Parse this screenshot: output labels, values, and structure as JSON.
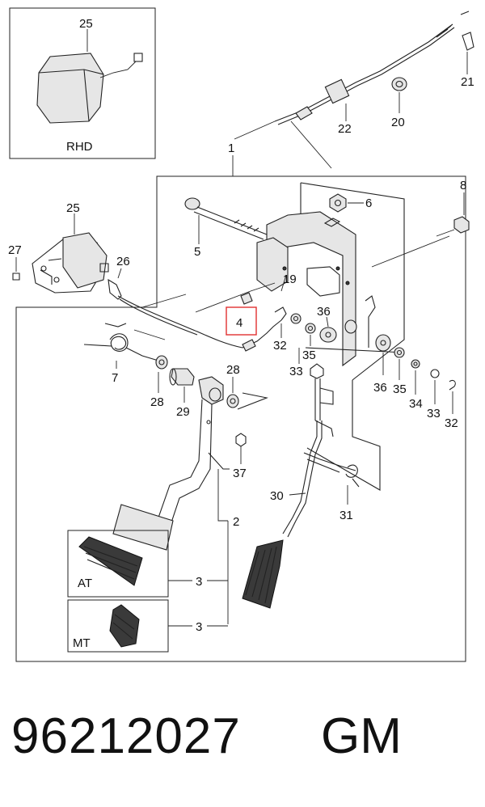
{
  "diagram": {
    "callouts": {
      "c25a": "25",
      "c_rhd": "RHD",
      "c1": "1",
      "c21": "21",
      "c22": "22",
      "c20": "20",
      "c8": "8",
      "c6": "6",
      "c25b": "25",
      "c27": "27",
      "c26": "26",
      "c5": "5",
      "c19": "19",
      "c4": "4",
      "c36a": "36",
      "c32a": "32",
      "c35a": "35",
      "c33a": "33",
      "c7": "7",
      "c28a": "28",
      "c28b": "28",
      "c29": "29",
      "c36b": "36",
      "c35b": "35",
      "c34": "34",
      "c33b": "33",
      "c32b": "32",
      "c37": "37",
      "c2": "2",
      "c30": "30",
      "c31": "31",
      "c3a": "3",
      "c3b": "3",
      "c_at": "AT",
      "c_mt": "MT"
    },
    "highlight_color": "#e03030"
  },
  "footer": {
    "part_number": "96212027",
    "brand": "GM"
  }
}
